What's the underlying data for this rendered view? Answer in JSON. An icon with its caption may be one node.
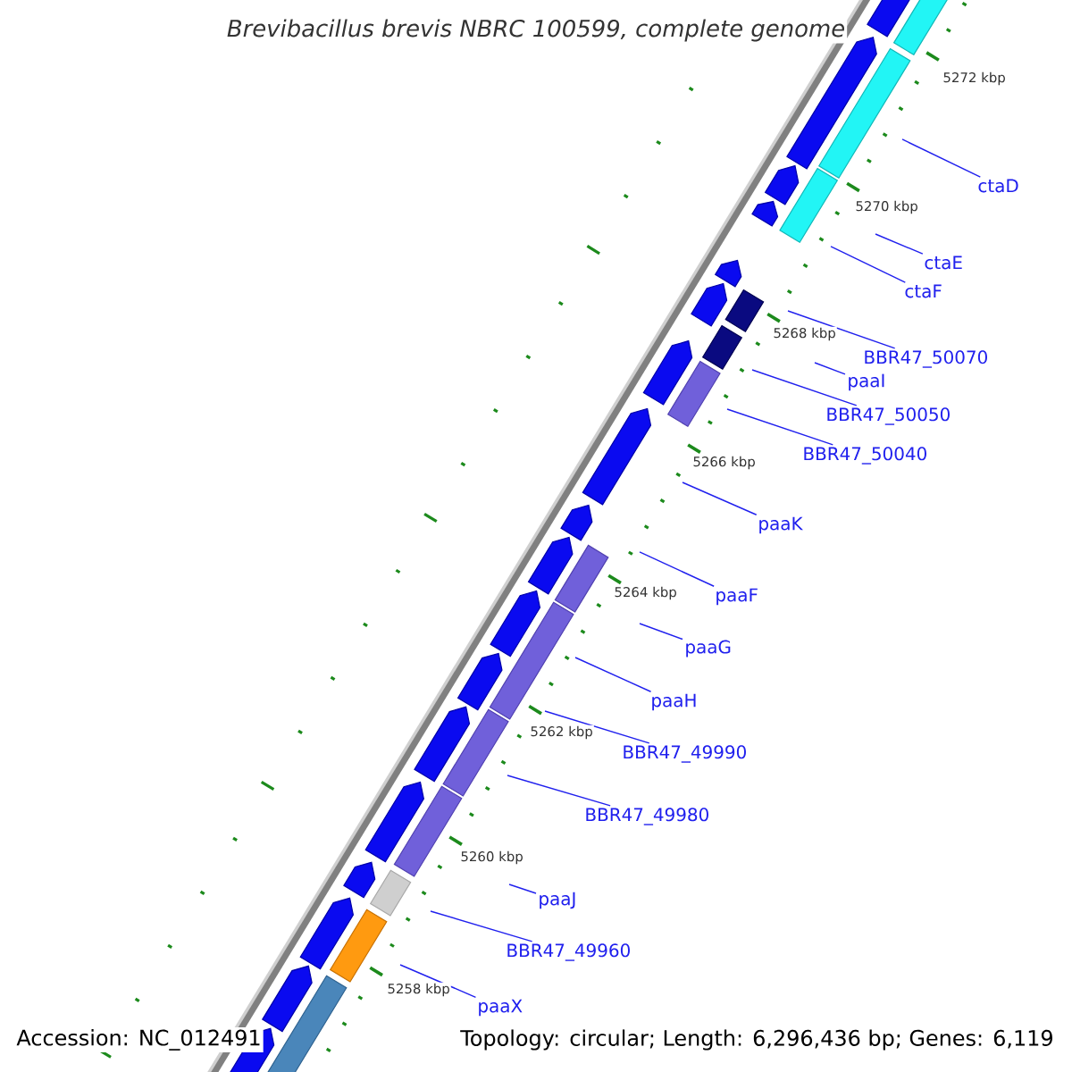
{
  "diagram": {
    "title": "Brevibacillus brevis NBRC 100599, complete genome",
    "nodes": [
      {
        "text": [
          "ctaD"
        ]
      },
      {
        "text": [
          "ctaE"
        ]
      },
      {
        "text": [
          "ctaF"
        ]
      },
      {
        "text": [
          "BBR47_50070"
        ]
      },
      {
        "text": [
          "paaI"
        ]
      },
      {
        "text": [
          "BBR47_50050"
        ]
      },
      {
        "text": [
          "BBR47_50040"
        ]
      },
      {
        "text": [
          "paaK"
        ]
      },
      {
        "text": [
          "paaF"
        ]
      },
      {
        "text": [
          "paaG"
        ]
      },
      {
        "text": [
          "paaH"
        ]
      },
      {
        "text": [
          "BBR47_49990"
        ]
      },
      {
        "text": [
          "BBR47_49980"
        ]
      },
      {
        "text": [
          "paaJ"
        ]
      },
      {
        "text": [
          "BBR47_49960"
        ]
      },
      {
        "text": [
          "paaX"
        ]
      }
    ],
    "edges": [
      {
        "from": 0,
        "to": null,
        "arrow": "none"
      },
      {
        "from": 1,
        "to": null,
        "arrow": "none"
      },
      {
        "from": 2,
        "to": null,
        "arrow": "none"
      },
      {
        "from": 3,
        "to": null,
        "arrow": "none"
      },
      {
        "from": 4,
        "to": null,
        "arrow": "none"
      },
      {
        "from": 5,
        "to": null,
        "arrow": "none"
      },
      {
        "from": 6,
        "to": null,
        "arrow": "none"
      },
      {
        "from": 7,
        "to": null,
        "arrow": "none"
      },
      {
        "from": 8,
        "to": null,
        "arrow": "none"
      },
      {
        "from": 9,
        "to": null,
        "arrow": "none"
      },
      {
        "from": 10,
        "to": null,
        "arrow": "none"
      },
      {
        "from": 11,
        "to": null,
        "arrow": "none"
      },
      {
        "from": 12,
        "to": null,
        "arrow": "none"
      },
      {
        "from": 13,
        "to": null,
        "arrow": "none"
      },
      {
        "from": 14,
        "to": null,
        "arrow": "none"
      },
      {
        "from": 15,
        "to": null,
        "arrow": "none"
      }
    ],
    "labels": [
      "5272 kbp",
      "5270 kbp",
      "5268 kbp",
      "5266 kbp",
      "5264 kbp",
      "5262 kbp",
      "5260 kbp",
      "5258 kbp",
      "Accession: NC_012491",
      "Topology: circular; Length: 6,296,436 bp; Genes: 6,119"
    ]
  }
}
